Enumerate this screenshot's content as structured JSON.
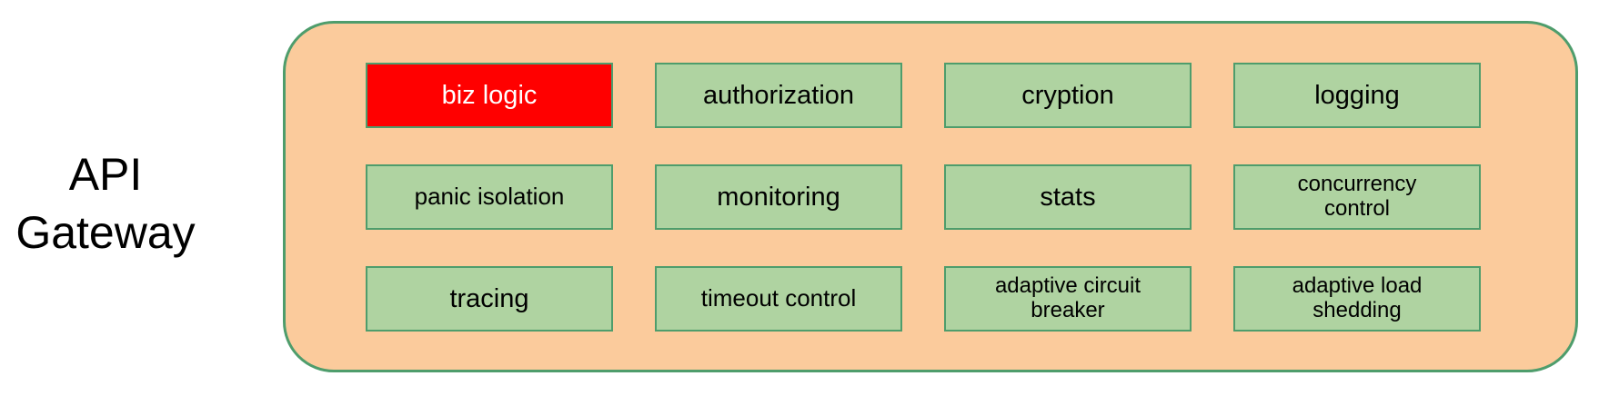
{
  "colors": {
    "container_fill": "#FBCB9C",
    "container_border": "#4E9D6C",
    "cell_fill": "#AFD3A1",
    "cell_border": "#4E9D6C",
    "highlight_fill": "#FF0000",
    "highlight_text": "#FFFFFF",
    "text": "#000000"
  },
  "gateway_label": {
    "line1": "API",
    "line2": "Gateway"
  },
  "gateway": {
    "items": [
      {
        "label": "biz logic",
        "highlighted": true
      },
      {
        "label": "authorization",
        "highlighted": false
      },
      {
        "label": "cryption",
        "highlighted": false
      },
      {
        "label": "logging",
        "highlighted": false
      },
      {
        "label": "panic isolation",
        "highlighted": false
      },
      {
        "label": "monitoring",
        "highlighted": false
      },
      {
        "label": "stats",
        "highlighted": false
      },
      {
        "label": "concurrency\ncontrol",
        "highlighted": false
      },
      {
        "label": "tracing",
        "highlighted": false
      },
      {
        "label": "timeout control",
        "highlighted": false
      },
      {
        "label": "adaptive circuit\nbreaker",
        "highlighted": false
      },
      {
        "label": "adaptive load\nshedding",
        "highlighted": false
      }
    ]
  }
}
